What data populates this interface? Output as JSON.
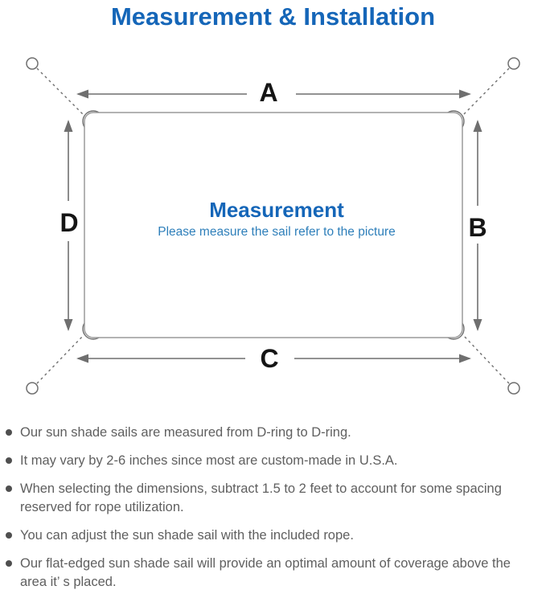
{
  "title": "Measurement & Installation",
  "theme": {
    "accent": "#1566b8",
    "subtitle_blue": "#2e7fba",
    "line": "#6f6f6f",
    "line_soft": "#9a9a9a",
    "ink": "#151515",
    "text": "#5f5f5f"
  },
  "diagram": {
    "side_labels": {
      "a": "A",
      "b": "B",
      "c": "C",
      "d": "D"
    },
    "center_title": "Measurement",
    "center_subtitle": "Please measure the sail refer to the picture"
  },
  "notes": {
    "items": [
      "Our sun shade sails are measured from D-ring to D-ring.",
      "It may vary by 2-6 inches since most are custom-made in U.S.A.",
      "When selecting the dimensions, subtract 1.5 to 2 feet to account for some spacing reserved for rope utilization.",
      "You can adjust the sun shade sail with the included rope.",
      "Our flat-edged sun shade sail will provide an optimal amount of coverage above the area it’ s placed."
    ]
  }
}
